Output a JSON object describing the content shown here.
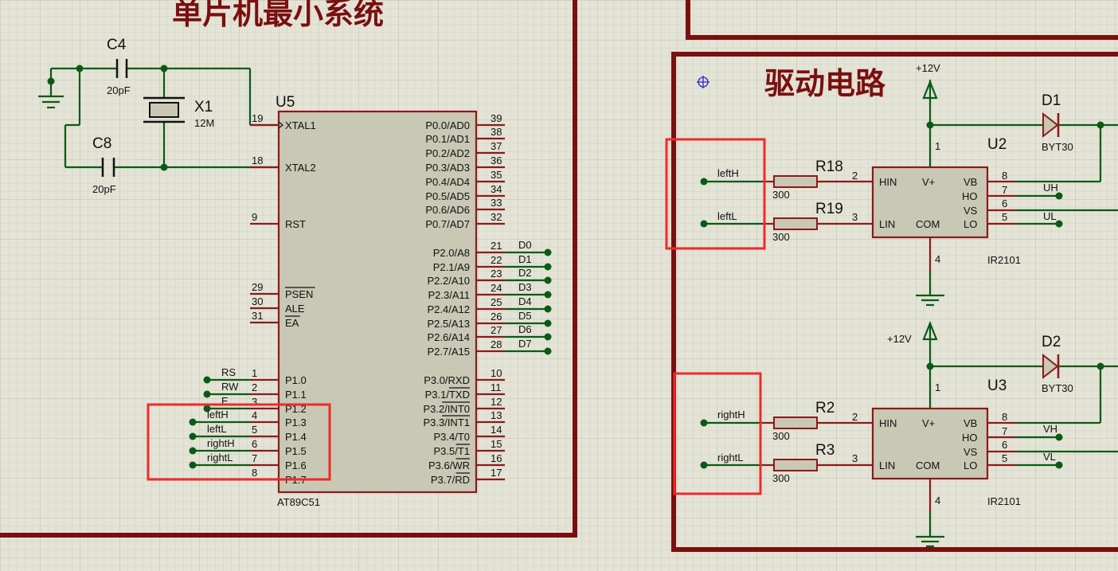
{
  "titles": {
    "mcu_section": "单片机最小系统",
    "driver_section": "驱动电路"
  },
  "mcu": {
    "ref": "U5",
    "part": "AT89C51",
    "left_pins": [
      {
        "num": "19",
        "name": "XTAL1"
      },
      {
        "num": "18",
        "name": "XTAL2"
      },
      {
        "num": "9",
        "name": "RST"
      },
      {
        "num": "29",
        "name": "PSEN"
      },
      {
        "num": "30",
        "name": "ALE"
      },
      {
        "num": "31",
        "name": "EA"
      },
      {
        "num": "1",
        "name": "P1.0"
      },
      {
        "num": "2",
        "name": "P1.1"
      },
      {
        "num": "3",
        "name": "P1.2"
      },
      {
        "num": "4",
        "name": "P1.3"
      },
      {
        "num": "5",
        "name": "P1.4"
      },
      {
        "num": "6",
        "name": "P1.5"
      },
      {
        "num": "7",
        "name": "P1.6"
      },
      {
        "num": "8",
        "name": "P1.7"
      }
    ],
    "right_pins": [
      {
        "num": "39",
        "name": "P0.0/AD0"
      },
      {
        "num": "38",
        "name": "P0.1/AD1"
      },
      {
        "num": "37",
        "name": "P0.2/AD2"
      },
      {
        "num": "36",
        "name": "P0.3/AD3"
      },
      {
        "num": "35",
        "name": "P0.4/AD4"
      },
      {
        "num": "34",
        "name": "P0.5/AD5"
      },
      {
        "num": "33",
        "name": "P0.6/AD6"
      },
      {
        "num": "32",
        "name": "P0.7/AD7"
      },
      {
        "num": "21",
        "name": "P2.0/A8"
      },
      {
        "num": "22",
        "name": "P2.1/A9"
      },
      {
        "num": "23",
        "name": "P2.2/A10"
      },
      {
        "num": "24",
        "name": "P2.3/A11"
      },
      {
        "num": "25",
        "name": "P2.4/A12"
      },
      {
        "num": "26",
        "name": "P2.5/A13"
      },
      {
        "num": "27",
        "name": "P2.6/A14"
      },
      {
        "num": "28",
        "name": "P2.7/A15"
      },
      {
        "num": "10",
        "name": "P3.0/RXD"
      },
      {
        "num": "11",
        "name": "P3.1/TXD"
      },
      {
        "num": "12",
        "name": "P3.2/INT0"
      },
      {
        "num": "13",
        "name": "P3.3/INT1"
      },
      {
        "num": "14",
        "name": "P3.4/T0"
      },
      {
        "num": "15",
        "name": "P3.5/T1"
      },
      {
        "num": "16",
        "name": "P3.6/WR"
      },
      {
        "num": "17",
        "name": "P3.7/RD"
      }
    ],
    "p2_nets": [
      "D0",
      "D1",
      "D2",
      "D3",
      "D4",
      "D5",
      "D6",
      "D7"
    ],
    "p1_nets": [
      "RS",
      "RW",
      "E",
      "leftH",
      "leftL",
      "rightH",
      "rightL"
    ]
  },
  "oscillator": {
    "c4": {
      "ref": "C4",
      "value": "20pF"
    },
    "c8": {
      "ref": "C8",
      "value": "20pF"
    },
    "x1": {
      "ref": "X1",
      "value": "12M"
    }
  },
  "driver_top": {
    "ref": "U2",
    "part": "IR2101",
    "supply": "+12V",
    "inputs": [
      {
        "net": "leftH",
        "res_ref": "R18",
        "res_val": "300",
        "pin": "2"
      },
      {
        "net": "leftL",
        "res_ref": "R19",
        "res_val": "300",
        "pin": "3"
      }
    ],
    "pins": {
      "hin": "HIN",
      "lin": "LIN",
      "vplus": "V+",
      "com": "COM",
      "vb": "VB",
      "ho": "HO",
      "vs": "VS",
      "lo": "LO",
      "p1": "1",
      "p4": "4",
      "p8": "8",
      "p7": "7",
      "p6": "6",
      "p5": "5"
    },
    "outs": {
      "high": "UH",
      "low": "UL"
    },
    "diode": {
      "ref": "D1",
      "part": "BYT30"
    }
  },
  "driver_bottom": {
    "ref": "U3",
    "part": "IR2101",
    "supply": "+12V",
    "inputs": [
      {
        "net": "rightH",
        "res_ref": "R2",
        "res_val": "300",
        "pin": "2"
      },
      {
        "net": "rightL",
        "res_ref": "R3",
        "res_val": "300",
        "pin": "3"
      }
    ],
    "pins": {
      "hin": "HIN",
      "lin": "LIN",
      "vplus": "V+",
      "com": "COM",
      "vb": "VB",
      "ho": "HO",
      "vs": "VS",
      "lo": "LO",
      "p1": "1",
      "p4": "4",
      "p8": "8",
      "p7": "7",
      "p6": "6",
      "p5": "5"
    },
    "outs": {
      "high": "VH",
      "low": "VL"
    },
    "diode": {
      "ref": "D2",
      "part": "BYT30"
    }
  },
  "colors": {
    "frame": "#7a0f0f",
    "wire": "#0a5a14",
    "pin": "#8b1a1a",
    "body": "#c8c8b4",
    "highlight": "#ee2a2a",
    "background": "#e3e3d6"
  }
}
